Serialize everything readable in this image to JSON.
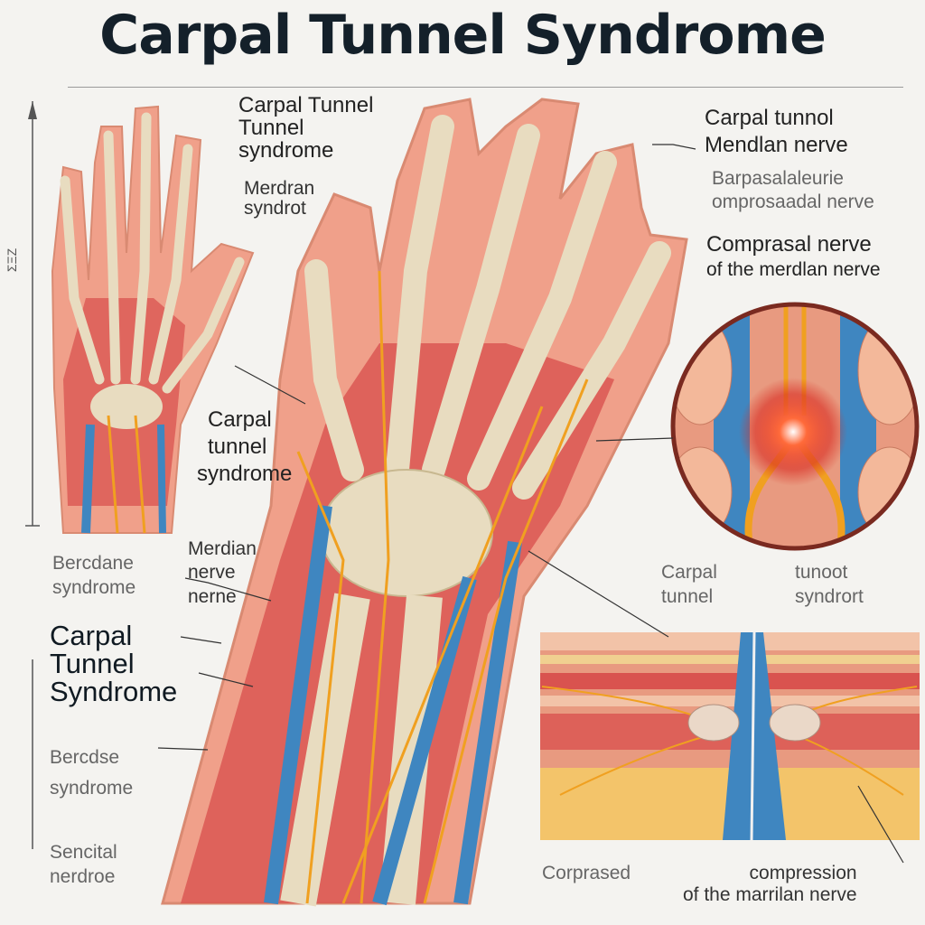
{
  "title": "Carpal Tunnel Syndrome",
  "scale_label": "ΣΞΖ",
  "labels": {
    "l1": [
      "Carpal Tunnel",
      "Tunnel",
      "syndrome"
    ],
    "l2": [
      "Merdran",
      "syndrot"
    ],
    "l3": [
      "Carpal",
      "tunnel",
      "syndrome"
    ],
    "l4": [
      "Merdian",
      "nerve",
      "nerne"
    ],
    "l5": [
      "Bercdane",
      "syndrome"
    ],
    "l6": [
      "Carpal",
      "Tunnel",
      "Syndrome"
    ],
    "l7": [
      "Bercdse",
      "syndrome"
    ],
    "l8": [
      "Sencital",
      "nerdroe"
    ],
    "r1": [
      "Carpal tunnol",
      "Mendlan nerve"
    ],
    "r2": [
      "Barpasalaleurie",
      "omprosaadal nerve"
    ],
    "r3": [
      "Comprasal nerve",
      "of the merdlan nerve"
    ],
    "r4": [
      "Carpal",
      "tunnel"
    ],
    "r5": [
      "tunoot",
      "syndrort"
    ],
    "r6": [
      "Corprased"
    ],
    "r7": [
      "compression",
      "of the marrilan nerve"
    ]
  },
  "colors": {
    "background": "#f4f3f0",
    "skin": "#f0a08a",
    "muscle": "#d9534f",
    "bone": "#e8dcc0",
    "vein": "#3f86c0",
    "nerve": "#f0a020",
    "fat": "#f3c46a"
  }
}
